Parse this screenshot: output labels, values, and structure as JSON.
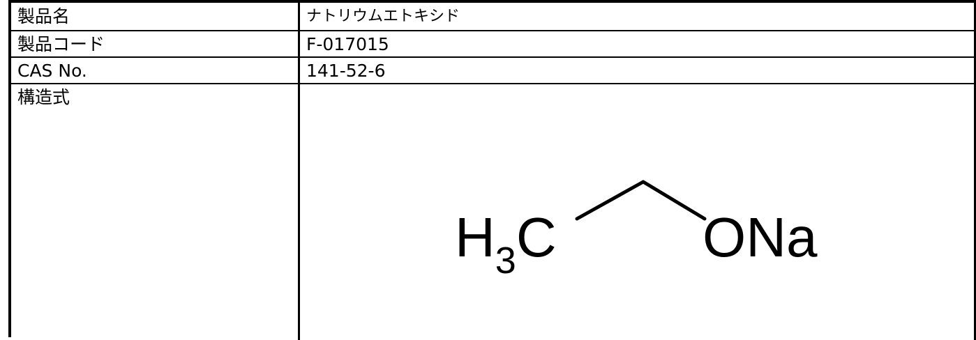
{
  "table": {
    "rows": [
      {
        "label": "製品名",
        "value": "ナトリウムエトキシド"
      },
      {
        "label": "製品コード",
        "value": "F-017015"
      },
      {
        "label": "CAS No.",
        "value": "141-52-6"
      },
      {
        "label": "構造式",
        "value": ""
      }
    ]
  },
  "structure": {
    "left_group": "H",
    "left_sub": "3",
    "left_tail": "C",
    "right_group": "ONa"
  }
}
